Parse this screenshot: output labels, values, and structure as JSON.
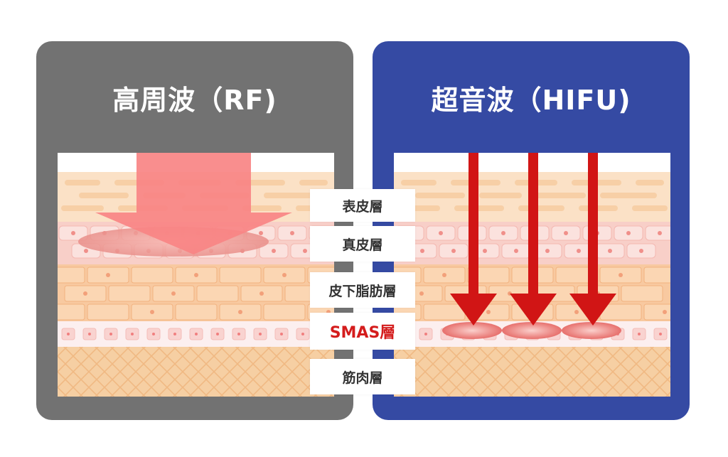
{
  "colors": {
    "left_panel_bg": "#727272",
    "right_panel_bg": "#354aa3",
    "rf_arrow": "#f98484",
    "hifu_arrow": "#d11515",
    "smas_label": "#d41c1c",
    "epidermis": "#fbe1c6",
    "dermis": "#f8cfc8",
    "subcutaneous_fat": "#f8c9a0",
    "smas": "#fcefef",
    "muscle": "#f6cfa3"
  },
  "left_panel": {
    "title": "高周波（RF)",
    "icon": "rf-heating-arrow-icon"
  },
  "right_panel": {
    "title": "超音波（HIFU)",
    "icon": "hifu-focused-beam-icon"
  },
  "layers": [
    {
      "label": "表皮層"
    },
    {
      "label": "真皮層"
    },
    {
      "label": "皮下脂肪層"
    },
    {
      "label": "SMAS層"
    },
    {
      "label": "筋肉層"
    }
  ]
}
